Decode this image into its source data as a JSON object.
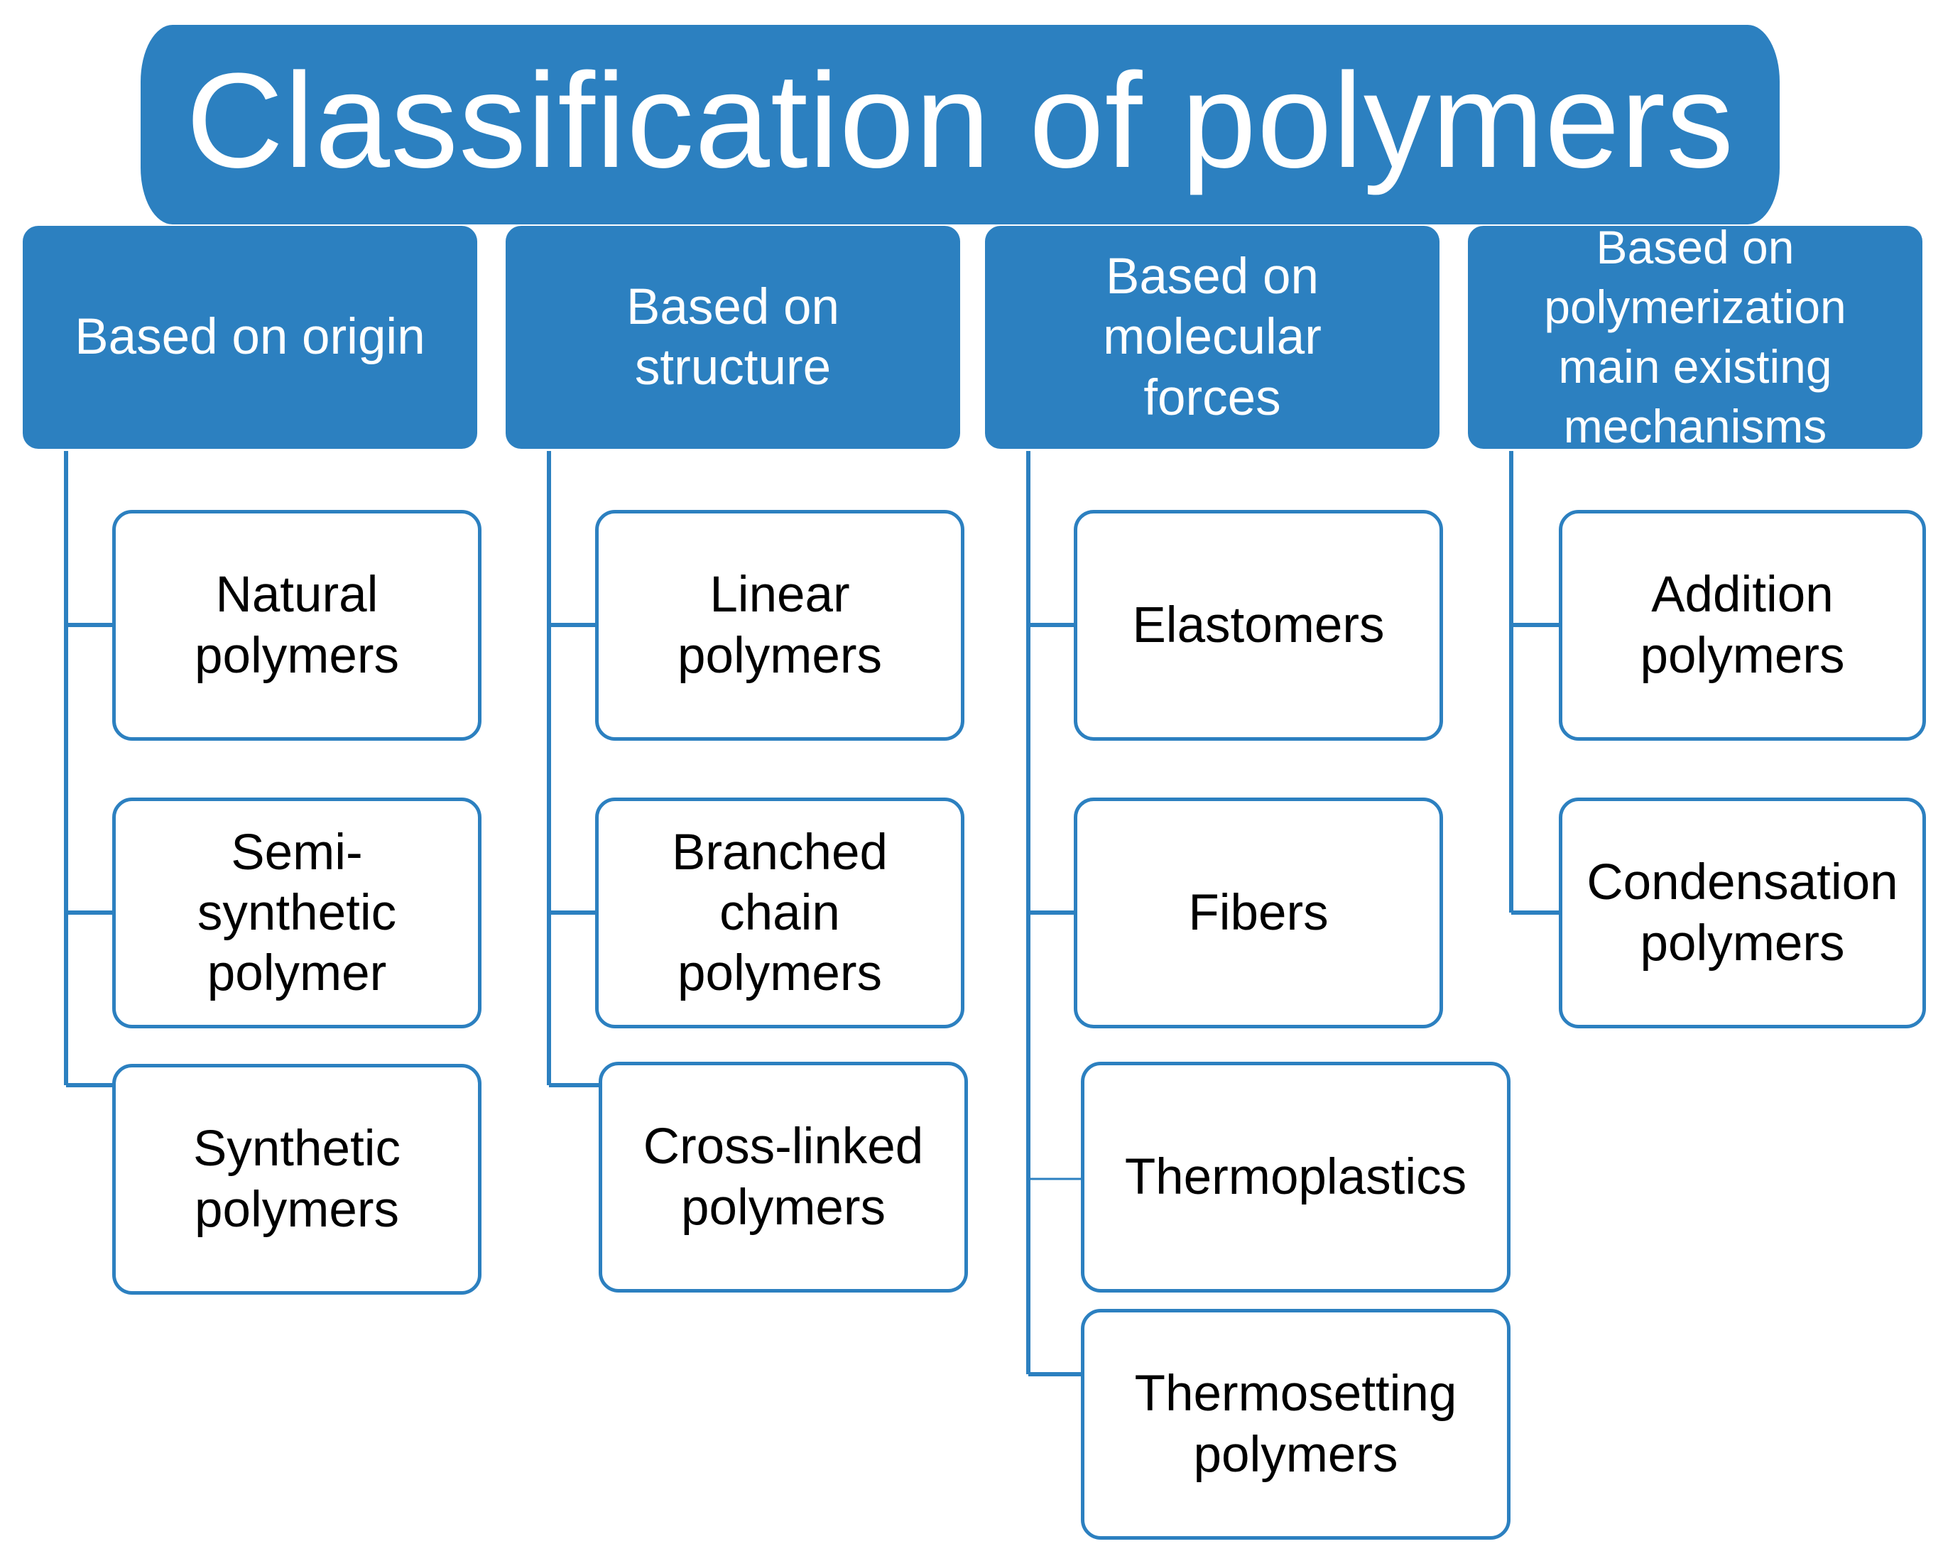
{
  "title": "Classification of polymers",
  "colors": {
    "primary": "#2c80c0",
    "box_border": "#2c80c0",
    "text_dark": "#000000",
    "text_light": "#ffffff"
  },
  "categories": [
    {
      "label": "Based on origin",
      "items": [
        "Natural\npolymers",
        "Semi-\nsynthetic\npolymer",
        "Synthetic\npolymers"
      ]
    },
    {
      "label": "Based on\nstructure",
      "items": [
        "Linear\npolymers",
        "Branched\nchain\npolymers",
        "Cross-linked\npolymers"
      ]
    },
    {
      "label": "Based on\nmolecular\nforces",
      "items": [
        "Elastomers",
        "Fibers",
        "Thermoplastics",
        "Thermosetting\npolymers"
      ]
    },
    {
      "label": "Based on\npolymerization\nmain existing\nmechanisms",
      "items": [
        "Addition\npolymers",
        "Condensation\npolymers"
      ]
    }
  ]
}
